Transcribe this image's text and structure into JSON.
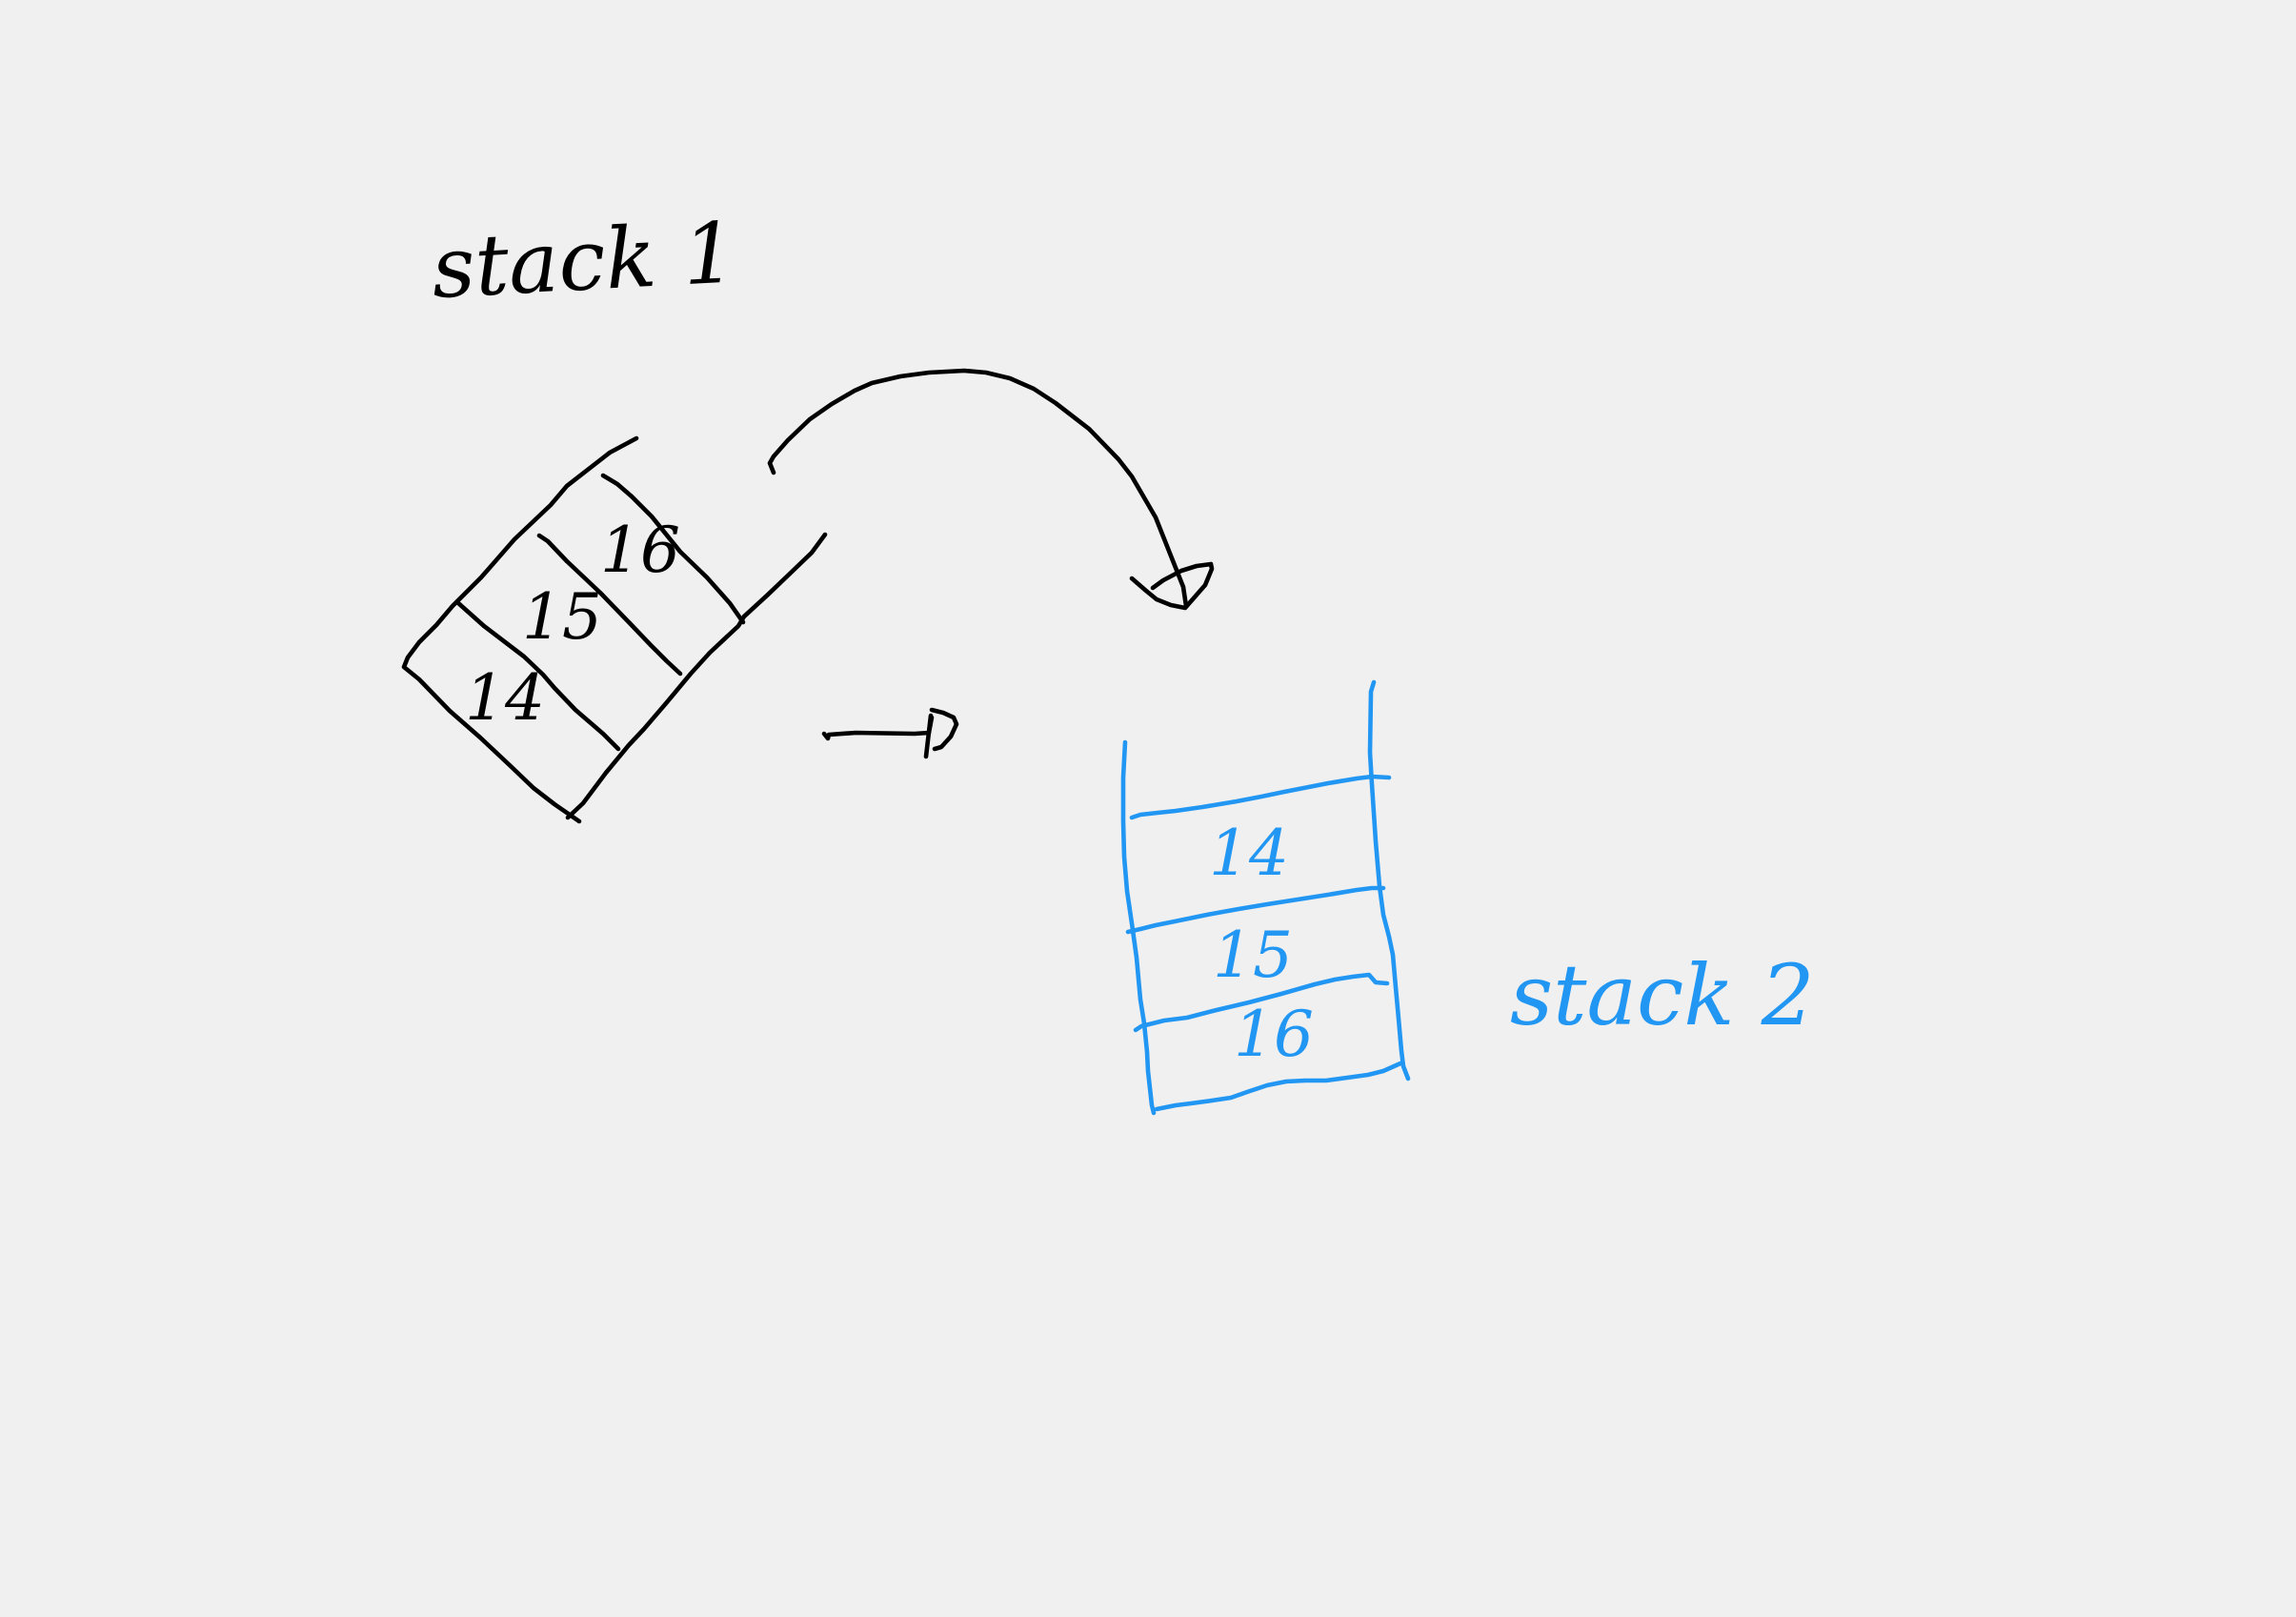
{
  "colors": {
    "background": "#f0f0f0",
    "ink_primary": "#000000",
    "ink_secondary": "#2196f3"
  },
  "stack1": {
    "label": "stack 1",
    "cells": [
      "16",
      "15",
      "14"
    ]
  },
  "stack2": {
    "label": "stack 2",
    "cells": [
      "14",
      "15",
      "16"
    ]
  }
}
